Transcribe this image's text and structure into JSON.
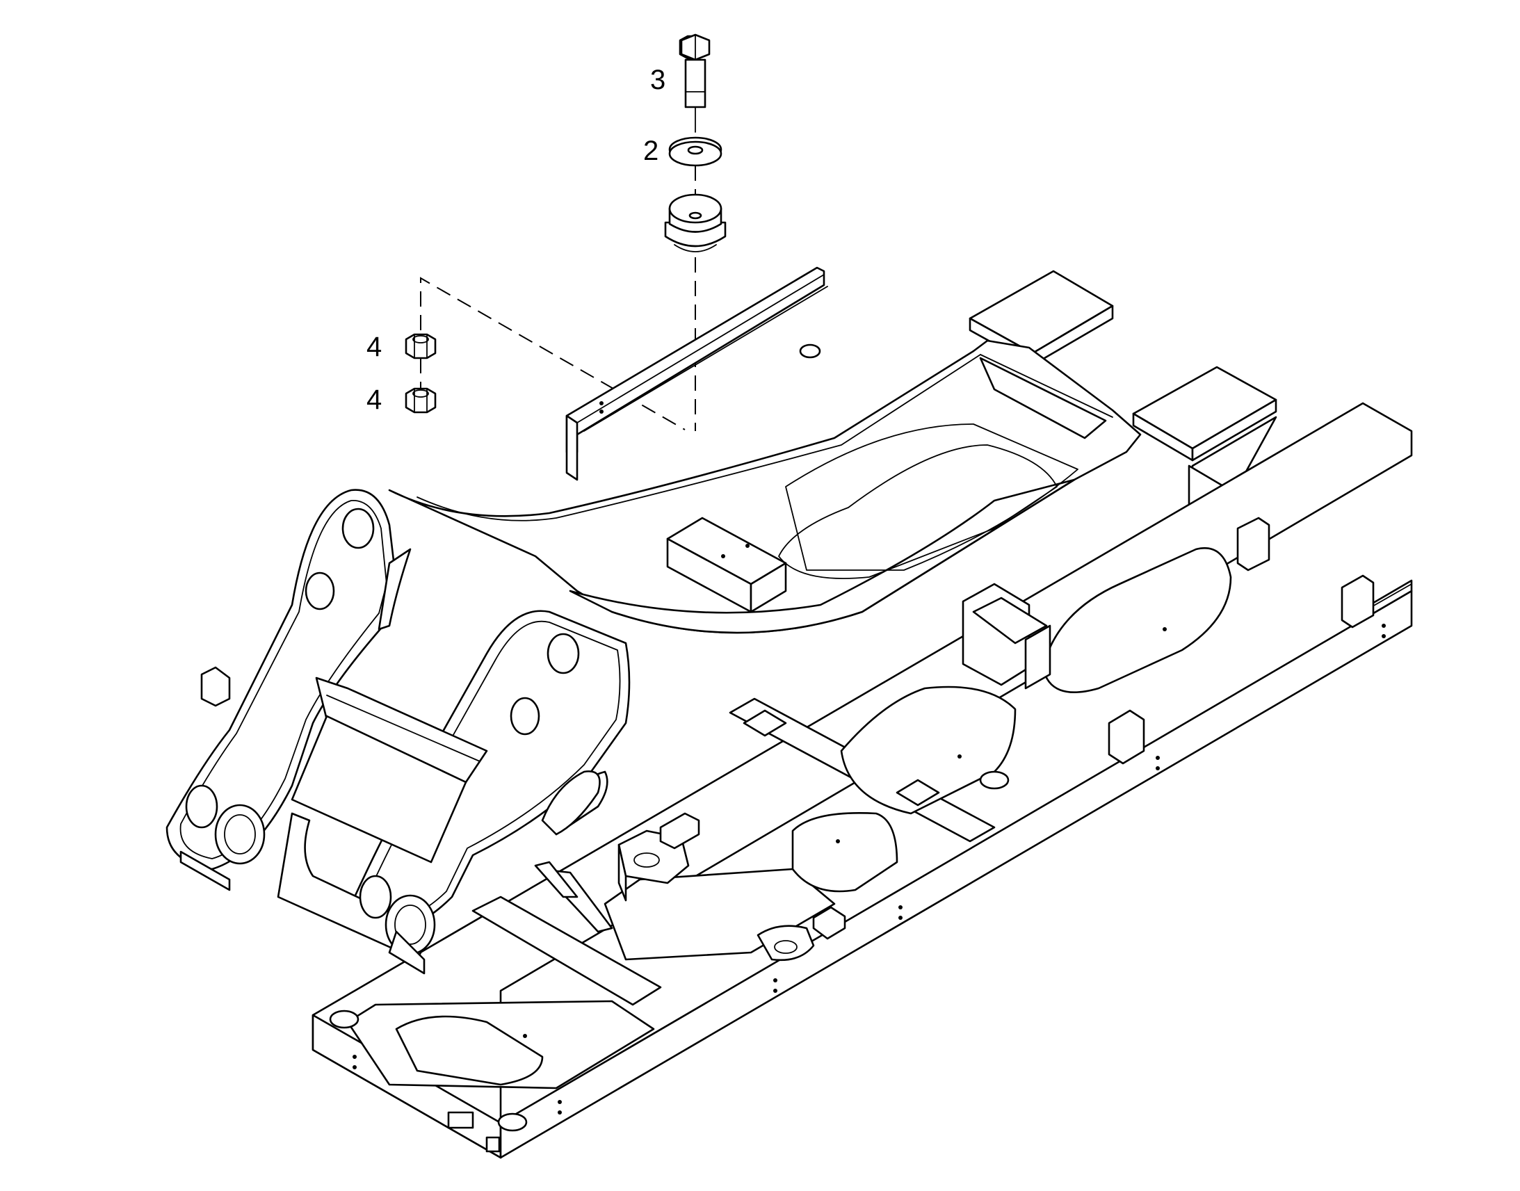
{
  "callouts": [
    {
      "id": "bolt",
      "label": "3"
    },
    {
      "id": "washer",
      "label": "2"
    },
    {
      "id": "nut-upper",
      "label": "4"
    },
    {
      "id": "nut-lower",
      "label": "4"
    }
  ]
}
